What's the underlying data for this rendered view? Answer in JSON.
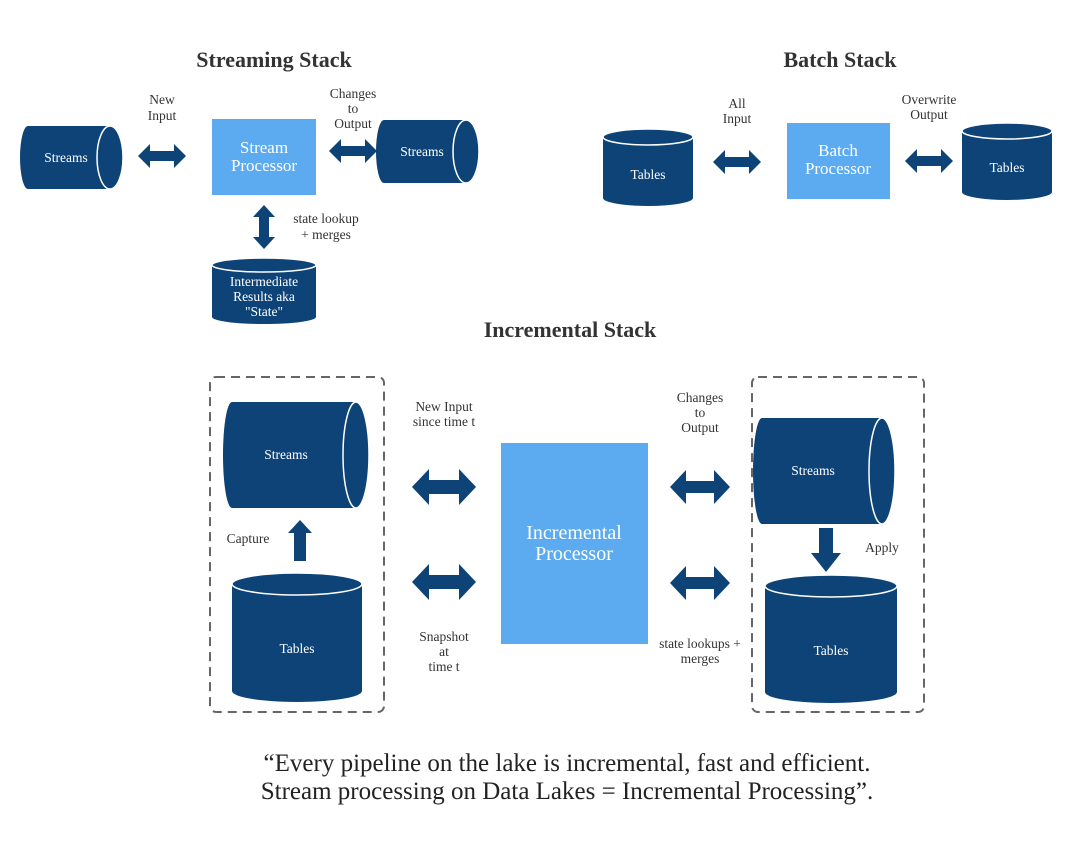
{
  "colors": {
    "dark_blue": "#0d4377",
    "light_blue": "#5cabf0",
    "text": "#333333",
    "dash_border": "#666666"
  },
  "streaming_stack": {
    "title": "Streaming Stack",
    "input_store": "Streams",
    "input_label": [
      "New",
      "Input"
    ],
    "processor": [
      "Stream",
      "Processor"
    ],
    "output_label": [
      "Changes",
      "to",
      "Output"
    ],
    "output_store": "Streams",
    "state_label": [
      "state lookup",
      "+ merges"
    ],
    "state_store": [
      "Intermediate",
      "Results aka",
      "\"State\""
    ]
  },
  "batch_stack": {
    "title": "Batch Stack",
    "input_store": "Tables",
    "input_label": [
      "All",
      "Input"
    ],
    "processor": [
      "Batch",
      "Processor"
    ],
    "output_label": [
      "Overwrite",
      "Output"
    ],
    "output_store": "Tables"
  },
  "incremental_stack": {
    "title": "Incremental Stack",
    "left_streams": "Streams",
    "left_tables": "Tables",
    "capture_label": "Capture",
    "new_input_label": [
      "New Input",
      "since time t"
    ],
    "snapshot_label": [
      "Snapshot",
      "at",
      "time t"
    ],
    "processor": [
      "Incremental",
      "Processor"
    ],
    "changes_label": [
      "Changes",
      "to",
      "Output"
    ],
    "state_label": [
      "state lookups +",
      "merges"
    ],
    "right_streams": "Streams",
    "right_tables": "Tables",
    "apply_label": "Apply"
  },
  "quote": [
    "“Every pipeline on the lake is incremental, fast and efficient.",
    "Stream processing on Data Lakes = Incremental Processing”."
  ]
}
